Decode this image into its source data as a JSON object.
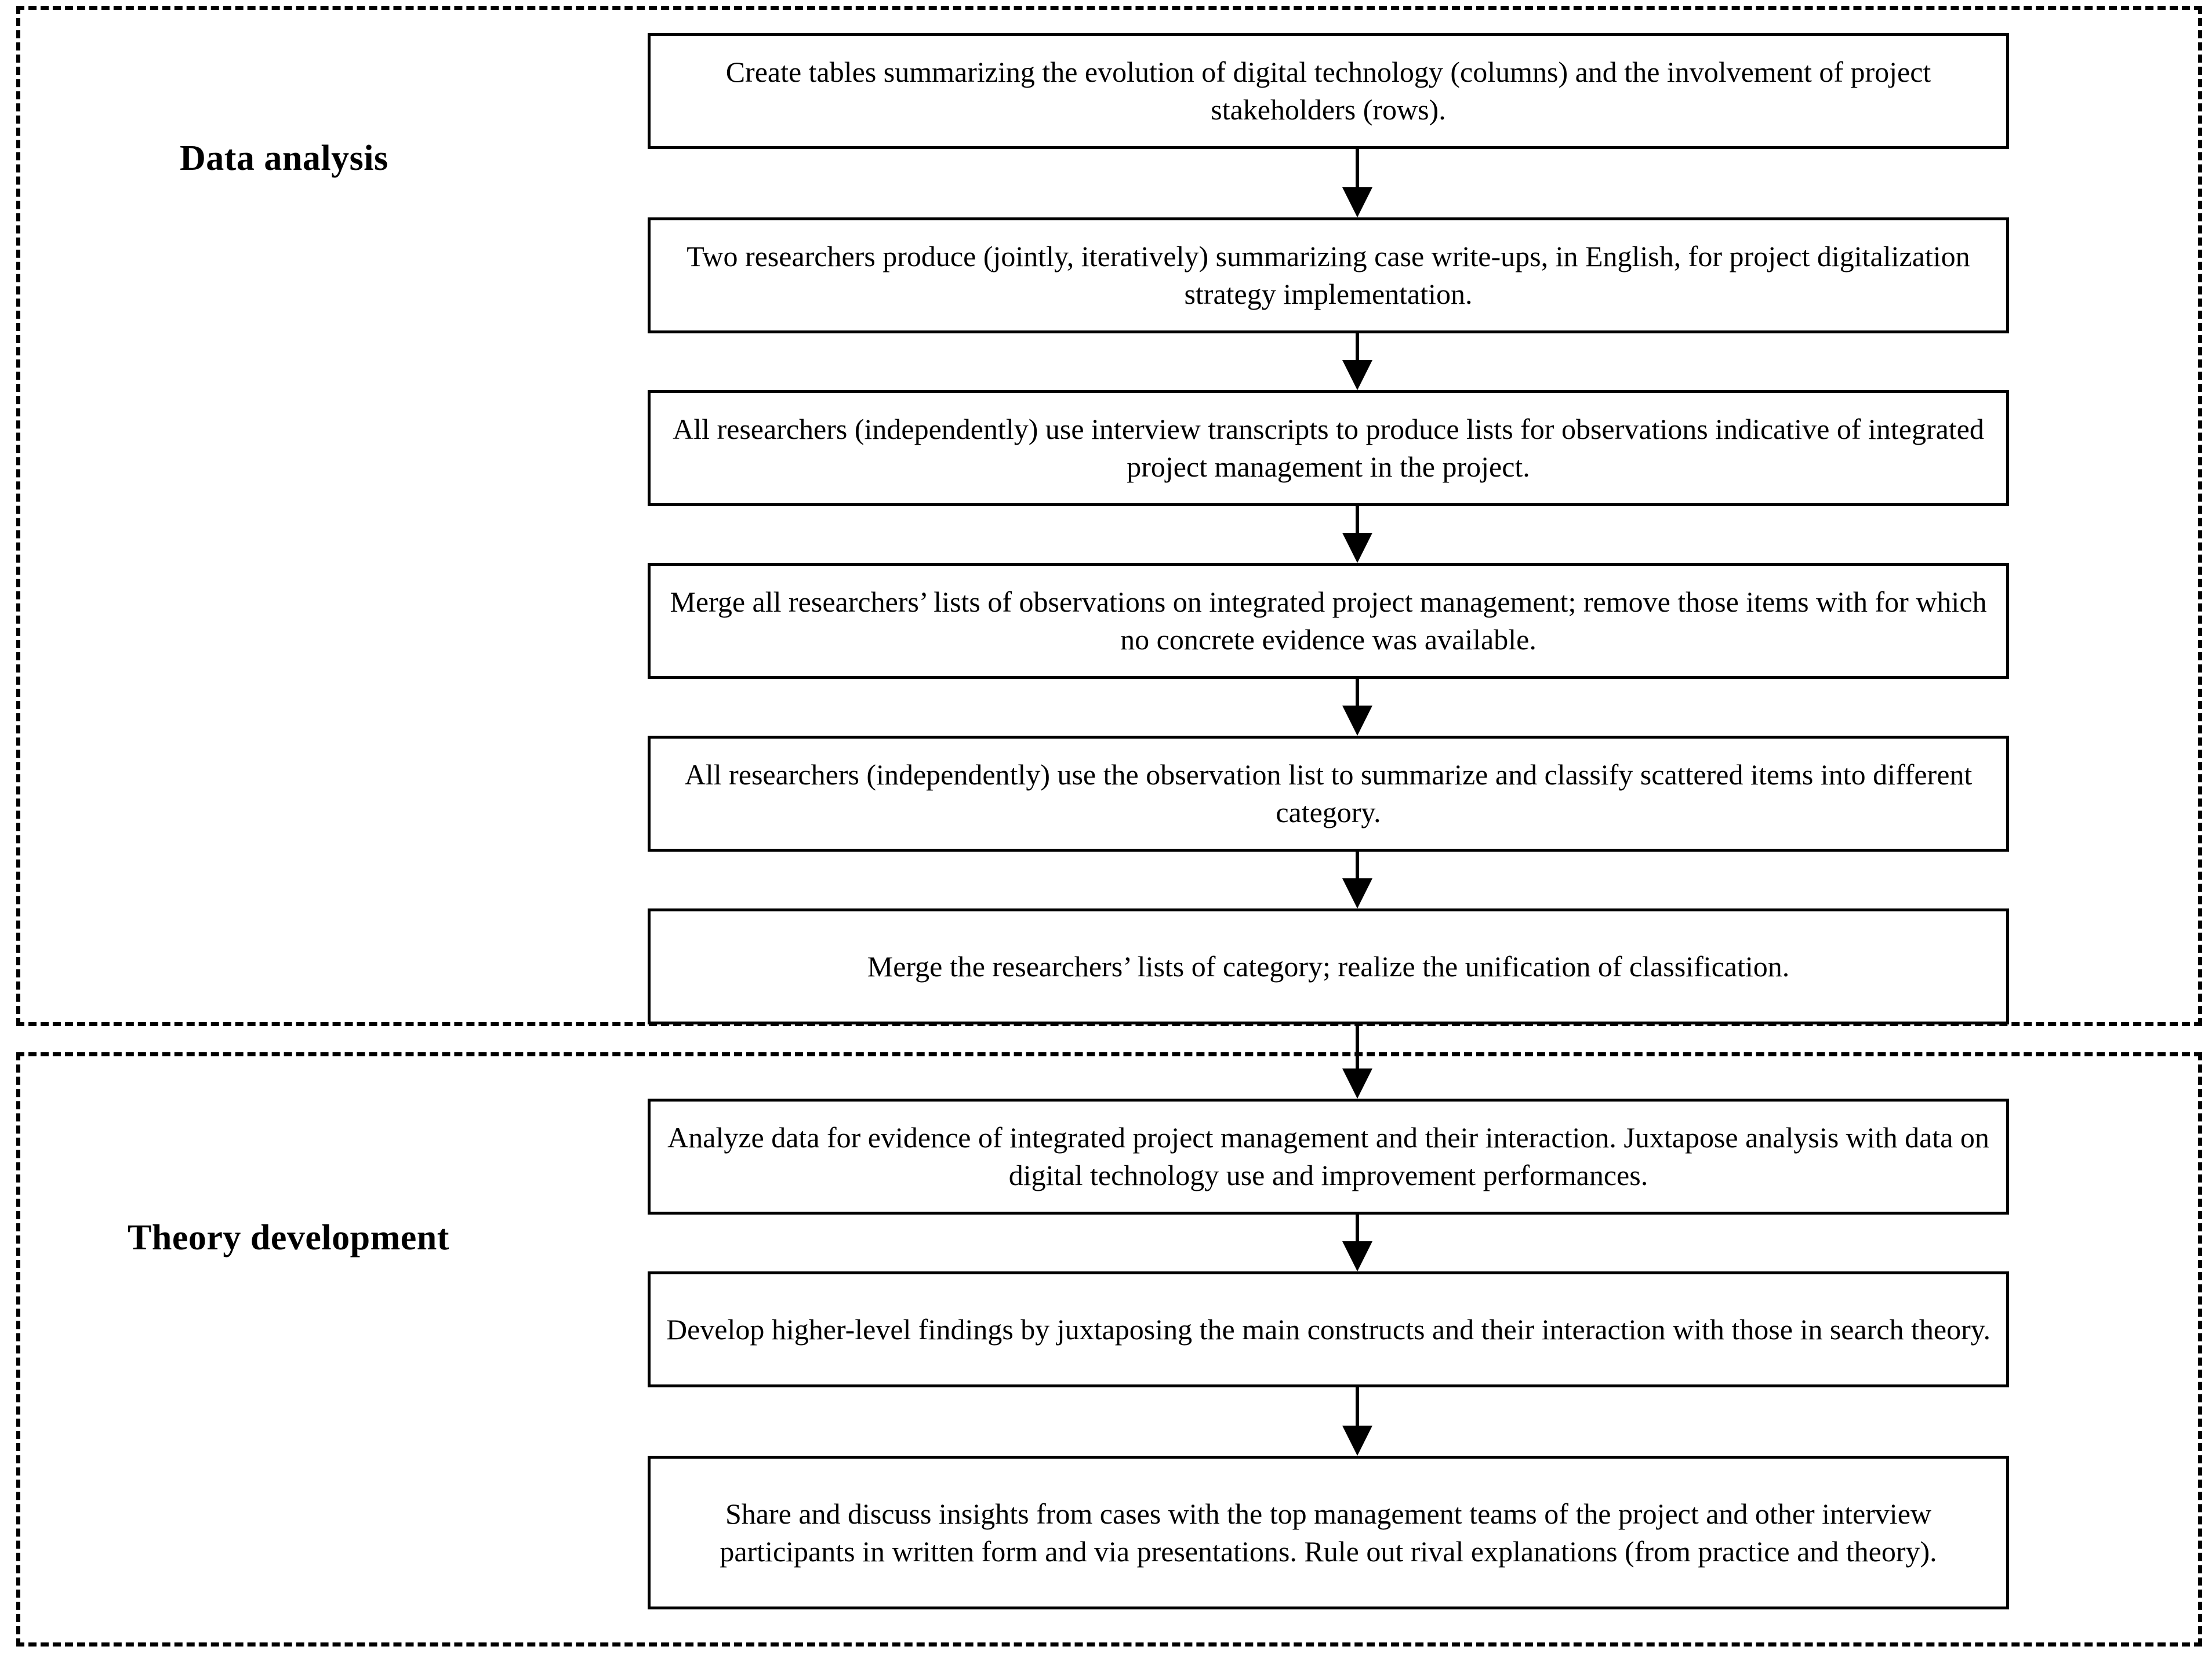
{
  "diagram": {
    "title": "Data analysis and theory development process flowchart",
    "accent_color": "#000000",
    "background_color": "#ffffff"
  },
  "sections": [
    {
      "id": "data-analysis",
      "label": "Data analysis",
      "steps": [
        {
          "id": "step-1",
          "text": "Create tables summarizing the evolution of digital technology (columns) and the involvement of project stakeholders (rows)."
        },
        {
          "id": "step-2",
          "text": "Two researchers produce (jointly, iteratively) summarizing case write-ups, in English, for project digitalization strategy implementation."
        },
        {
          "id": "step-3",
          "text": "All researchers (independently) use interview transcripts to produce lists for observations indicative of integrated project management in the project."
        },
        {
          "id": "step-4",
          "text": "Merge all researchers’ lists of observations on integrated project management; remove those items with for which no concrete evidence was available."
        },
        {
          "id": "step-5",
          "text": "All researchers (independently) use the observation list to summarize and classify scattered items into different category."
        },
        {
          "id": "step-6",
          "text": "Merge the researchers’ lists of category; realize the unification of classification."
        }
      ]
    },
    {
      "id": "theory-development",
      "label": "Theory development",
      "steps": [
        {
          "id": "step-7",
          "text": "Analyze data for evidence of integrated project management and their interaction. Juxtapose analysis with data on digital technology use and improvement performances."
        },
        {
          "id": "step-8",
          "text": "Develop higher-level findings by juxtaposing the main constructs and their interaction with those in search theory."
        },
        {
          "id": "step-9",
          "text": "Share and discuss insights from cases with the top management teams of the project and other interview participants in written form and via presentations. Rule out rival explanations (from practice and theory)."
        }
      ]
    }
  ],
  "connectors": [
    {
      "id": "arrow-1-2",
      "from": "step-1",
      "to": "step-2",
      "icon": "down-arrow-icon"
    },
    {
      "id": "arrow-2-3",
      "from": "step-2",
      "to": "step-3",
      "icon": "down-arrow-icon"
    },
    {
      "id": "arrow-3-4",
      "from": "step-3",
      "to": "step-4",
      "icon": "down-arrow-icon"
    },
    {
      "id": "arrow-4-5",
      "from": "step-4",
      "to": "step-5",
      "icon": "down-arrow-icon"
    },
    {
      "id": "arrow-5-6",
      "from": "step-5",
      "to": "step-6",
      "icon": "down-arrow-icon"
    },
    {
      "id": "arrow-6-7",
      "from": "step-6",
      "to": "step-7",
      "icon": "down-arrow-icon"
    },
    {
      "id": "arrow-7-8",
      "from": "step-7",
      "to": "step-8",
      "icon": "down-arrow-icon"
    },
    {
      "id": "arrow-8-9",
      "from": "step-8",
      "to": "step-9",
      "icon": "down-arrow-icon"
    }
  ]
}
